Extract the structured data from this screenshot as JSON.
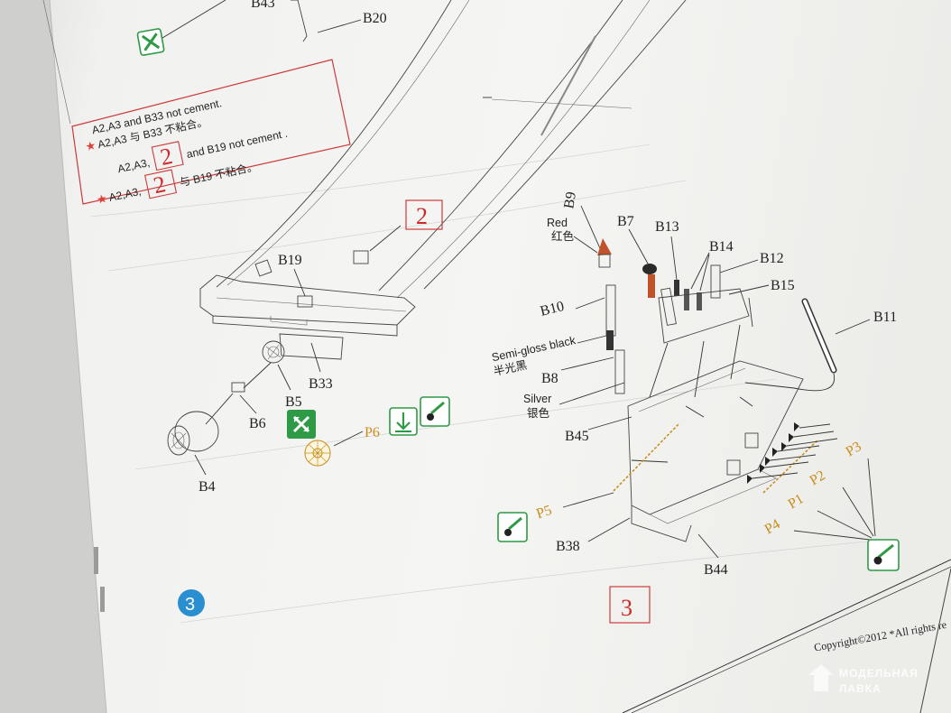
{
  "page": {
    "step_number": "3",
    "copyright": "Copyright©2012  *All rights re"
  },
  "notes": {
    "line1_en": "A2,A3 and B33 not cement.",
    "line1_cn": "A2,A3 与 B33 不粘合。",
    "line2_prefix": "A2,A3,",
    "line2_en_suffix": "and B19 not cement .",
    "line2_cn_suffix": "与 B19 不粘合。",
    "star_glyph": "★",
    "box_number": "2"
  },
  "step2_ref": {
    "box_number": "2",
    "labels": {
      "b43": "B43",
      "b20": "B20",
      "b19": "B19",
      "b33": "B33",
      "b5": "B5",
      "b6": "B6",
      "b4": "B4",
      "p6": "P6"
    }
  },
  "step3": {
    "box_number": "3",
    "labels": {
      "b9": "B9",
      "b7": "B7",
      "b13": "B13",
      "b14": "B14",
      "b12": "B12",
      "b15": "B15",
      "b10": "B10",
      "b11": "B11",
      "b8": "B8",
      "b45": "B45",
      "b38": "B38",
      "b44": "B44",
      "p1": "P1",
      "p2": "P2",
      "p3": "P3",
      "p4": "P4",
      "p5": "P5"
    },
    "colors": {
      "red_en": "Red",
      "red_cn": "红色",
      "semigloss_en": "Semi-gloss black",
      "semigloss_cn": "半光黑",
      "silver_en": "Silver",
      "silver_cn": "银色"
    }
  },
  "icons": {
    "no_cement": "no-cement-icon",
    "cement": "cement-icon",
    "glue": "glue-apply-icon",
    "bend": "bend-icon"
  },
  "palette": {
    "red_accent": "#cc2a2a",
    "icon_green": "#2f9a45",
    "pe_gold": "#c98e1f",
    "step_blue": "#2a8fd0"
  },
  "watermark": {
    "line1": "МОДЕЛЬНАЯ",
    "line2": "ЛАВКА"
  }
}
